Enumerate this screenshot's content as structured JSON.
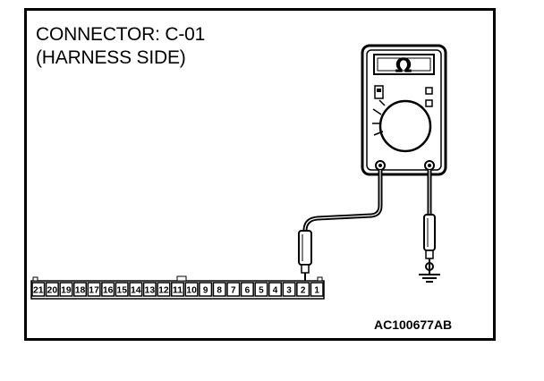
{
  "title": {
    "line1": "CONNECTOR: C-01",
    "line2": "(HARNESS SIDE)"
  },
  "figure_code": "AC100677AB",
  "meter": {
    "display_symbol": "Ω",
    "icon": "ohmmeter-icon"
  },
  "connector": {
    "pins": [
      "21",
      "20",
      "19",
      "18",
      "17",
      "16",
      "15",
      "14",
      "13",
      "12",
      "11",
      "10",
      "9",
      "8",
      "7",
      "6",
      "5",
      "4",
      "3",
      "2",
      "1"
    ],
    "probed_pin": "2"
  },
  "ground_icon": "ground-symbol-icon"
}
